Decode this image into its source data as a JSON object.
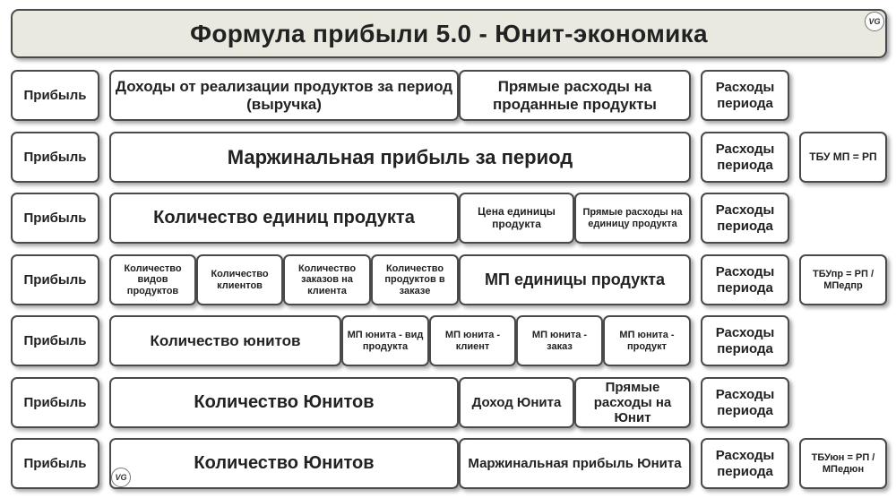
{
  "title": "Формула прибыли  5.0  -  Юнит-экономика",
  "watermark": "VG",
  "rows": [
    {
      "profit": "Прибыль",
      "cells": [
        "Доходы от реализации продуктов за период (выручка)",
        "Прямые расходы на проданные продукты"
      ],
      "period_costs": "Расходы периода",
      "note": ""
    },
    {
      "profit": "Прибыль",
      "cells": [
        "Маржинальная прибыль за период"
      ],
      "period_costs": "Расходы периода",
      "note": "ТБУ МП = РП"
    },
    {
      "profit": "Прибыль",
      "cells": [
        "Количество единиц продукта",
        "Цена единицы продукта",
        "Прямые расходы на единицу продукта"
      ],
      "period_costs": "Расходы периода",
      "note": ""
    },
    {
      "profit": "Прибыль",
      "cells": [
        "Количество видов продуктов",
        "Количество клиентов",
        "Количество заказов на клиента",
        "Количество продуктов в заказе",
        "МП единицы продукта"
      ],
      "period_costs": "Расходы периода",
      "note": "ТБУпр = РП / МПедпр"
    },
    {
      "profit": "Прибыль",
      "cells": [
        "Количество юнитов",
        "МП юнита - вид продукта",
        "МП юнита - клиент",
        "МП юнита - заказ",
        "МП юнита - продукт"
      ],
      "period_costs": "Расходы периода",
      "note": ""
    },
    {
      "profit": "Прибыль",
      "cells": [
        "Количество Юнитов",
        "Доход Юнита",
        "Прямые расходы на Юнит"
      ],
      "period_costs": "Расходы периода",
      "note": ""
    },
    {
      "profit": "Прибыль",
      "cells": [
        "Количество Юнитов",
        "Маржинальная  прибыль Юнита"
      ],
      "period_costs": "Расходы периода",
      "note": "ТБУюн = РП / МПедюн"
    }
  ]
}
